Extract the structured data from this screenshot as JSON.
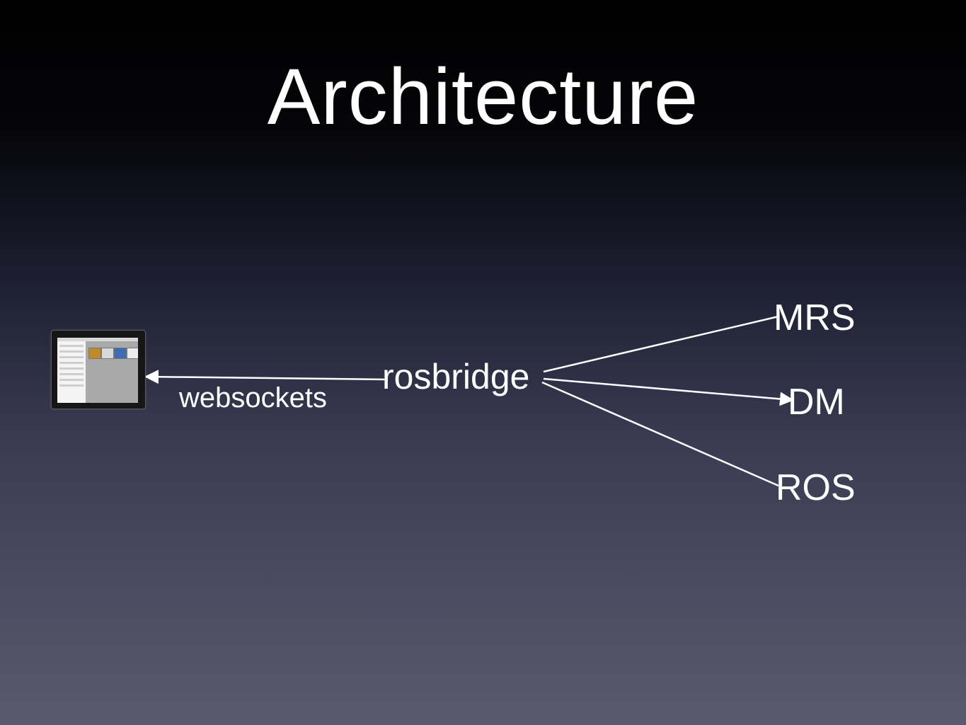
{
  "title": "Architecture",
  "nodes": {
    "hub": "rosbridge",
    "edge_label": "websockets",
    "targets": [
      "MRS",
      "DM",
      "ROS"
    ]
  },
  "colors": {
    "text": "#ffffff",
    "line": "#ffffff",
    "background_top": "#000000",
    "background_bottom": "#5a5a6e"
  },
  "icons": {
    "client": "tablet-app-screenshot-icon"
  }
}
